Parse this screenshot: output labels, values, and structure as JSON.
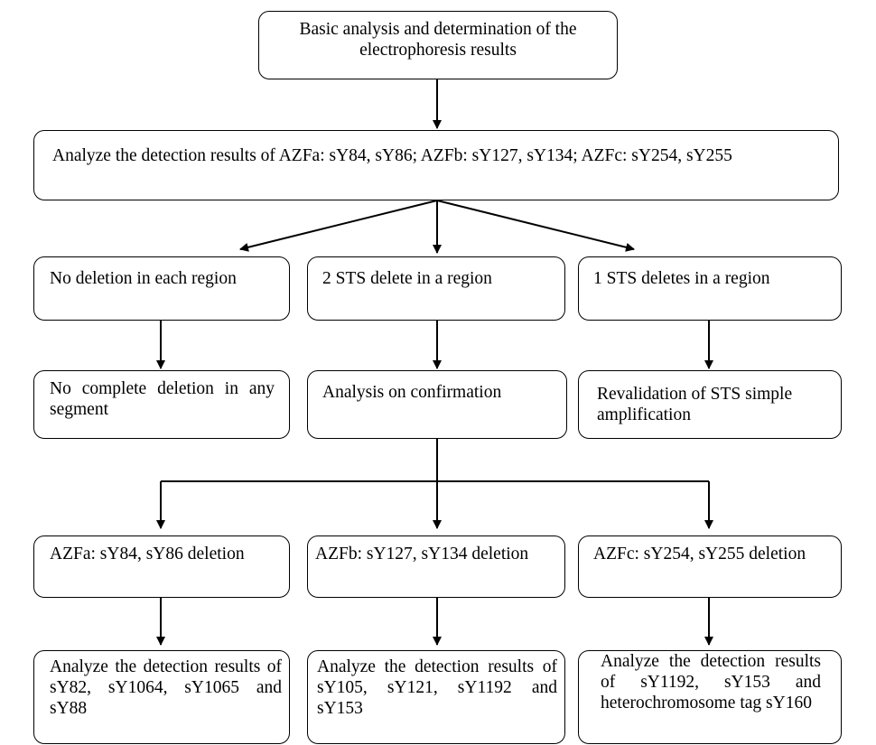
{
  "nodes": {
    "start": "Basic analysis and determination of the electrophoresis results",
    "analyze_all": "Analyze the detection results of AZFa: sY84, sY86; AZFb: sY127, sY134; AZFc: sY254, sY255",
    "no_deletion": "No deletion in each region",
    "two_sts": "2 STS delete in a region",
    "one_sts": "1 STS deletes in a region",
    "no_complete": "No complete deletion in any segment",
    "confirmation": "Analysis on confirmation",
    "revalidation": "Revalidation of STS simple amplification",
    "azfa_del": "AZFa: sY84, sY86 deletion",
    "azfb_del": "AZFb: sY127, sY134 deletion",
    "azfc_del": "AZFc: sY254, sY255 deletion",
    "azfa_next": "Analyze the detection results of sY82, sY1064, sY1065 and sY88",
    "azfb_next": "Analyze the detection results of sY105, sY121, sY1192 and sY153",
    "azfc_next": "Analyze the detection results of sY1192, sY153 and heterochromosome tag sY160"
  }
}
